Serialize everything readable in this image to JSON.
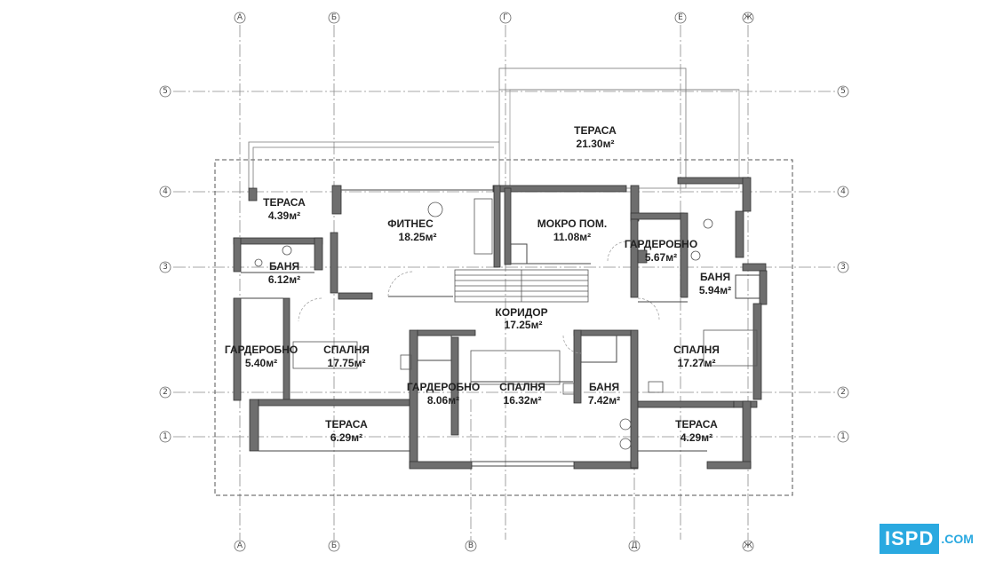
{
  "grid": {
    "top_labels": [
      "А",
      "Б",
      "Г",
      "Е",
      "Ж"
    ],
    "bottom_labels": [
      "А",
      "Б",
      "В",
      "Д",
      "Ж"
    ],
    "side_labels": [
      "5",
      "4",
      "3",
      "2",
      "1"
    ]
  },
  "rooms": [
    {
      "id": "terasa-top",
      "name": "ТЕРАСА",
      "area": "21.30м²"
    },
    {
      "id": "terasa-nw",
      "name": "ТЕРАСА",
      "area": "4.39м²"
    },
    {
      "id": "fitness",
      "name": "ФИТНЕС",
      "area": "18.25м²"
    },
    {
      "id": "mokro",
      "name": "МОКРО ПОМ.",
      "area": "11.08м²"
    },
    {
      "id": "garderob-ne",
      "name": "ГАРДЕРОБНО",
      "area": "5.67м²"
    },
    {
      "id": "banya-w",
      "name": "БАНЯ",
      "area": "6.12м²"
    },
    {
      "id": "banya-e",
      "name": "БАНЯ",
      "area": "5.94м²"
    },
    {
      "id": "koridor",
      "name": "КОРИДОР",
      "area": "17.25м²"
    },
    {
      "id": "garderob-w",
      "name": "ГАРДЕРОБНО",
      "area": "5.40м²"
    },
    {
      "id": "spalnya-w",
      "name": "СПАЛНЯ",
      "area": "17.75м²"
    },
    {
      "id": "spalnya-e",
      "name": "СПАЛНЯ",
      "area": "17.27м²"
    },
    {
      "id": "garderob-c",
      "name": "ГАРДЕРОБНО",
      "area": "8.06м²"
    },
    {
      "id": "spalnya-c",
      "name": "СПАЛНЯ",
      "area": "16.32м²"
    },
    {
      "id": "banya-c",
      "name": "БАНЯ",
      "area": "7.42м²"
    },
    {
      "id": "terasa-sw",
      "name": "ТЕРАСА",
      "area": "6.29м²"
    },
    {
      "id": "terasa-se",
      "name": "ТЕРАСА",
      "area": "4.29м²"
    }
  ],
  "logo": {
    "mark": "ISPD",
    "domain": ".COM"
  },
  "colors": {
    "wall": "#6e6e6e",
    "line": "#555555",
    "axis": "#888888",
    "accent": "#2aa9e0"
  }
}
